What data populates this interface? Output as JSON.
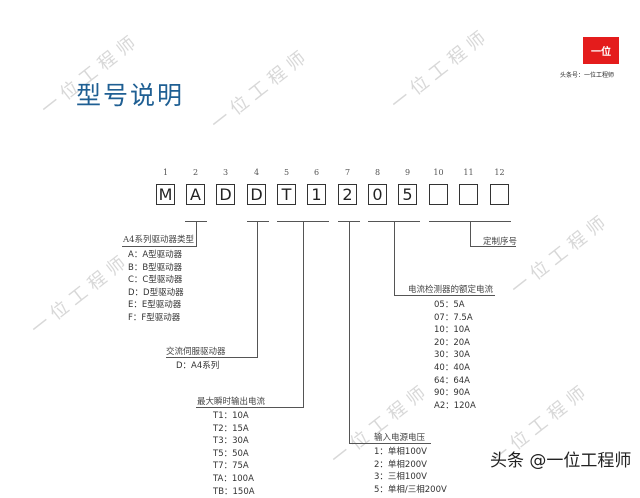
{
  "page": {
    "title": "型号说明",
    "logo_text": "一位",
    "logo_caption": "头条号：一位工程师",
    "footer": "头条 @一位工程师",
    "watermark": "一位工程师",
    "colors": {
      "title": "#1f5f93",
      "logo_bg": "#e41c1c"
    }
  },
  "model": {
    "positions": [
      "1",
      "2",
      "3",
      "4",
      "5",
      "6",
      "7",
      "8",
      "9",
      "10",
      "11",
      "12"
    ],
    "chars": [
      "M",
      "A",
      "D",
      "D",
      "T",
      "1",
      "2",
      "0",
      "5",
      "",
      "",
      ""
    ]
  },
  "groups": {
    "series_type": {
      "label": "A4系列驱动器类型",
      "options": [
        "A：A型驱动器",
        "B：B型驱动器",
        "C：C型驱动器",
        "D：D型驱动器",
        "E：E型驱动器",
        "F：F型驱动器"
      ]
    },
    "servo_driver": {
      "label": "交流伺服驱动器",
      "options": [
        "D：A4系列"
      ]
    },
    "max_current": {
      "label": "最大瞬时输出电流",
      "options": [
        "T1：10A",
        "T2：15A",
        "T3：30A",
        "T5：50A",
        "T7：75A",
        "TA：100A",
        "TB：150A"
      ]
    },
    "input_voltage": {
      "label": "输入电源电压",
      "options": [
        "1：单相100V",
        "2：单相200V",
        "3：三相100V",
        "5：单相/三相200V"
      ]
    },
    "detector_current": {
      "label": "电流检测器的额定电流",
      "options": [
        "05：5A",
        "07：7.5A",
        "10：10A",
        "20：20A",
        "30：30A",
        "40：40A",
        "64：64A",
        "90：90A",
        "A2：120A"
      ]
    },
    "custom_serial": {
      "label": "定制序号"
    }
  }
}
